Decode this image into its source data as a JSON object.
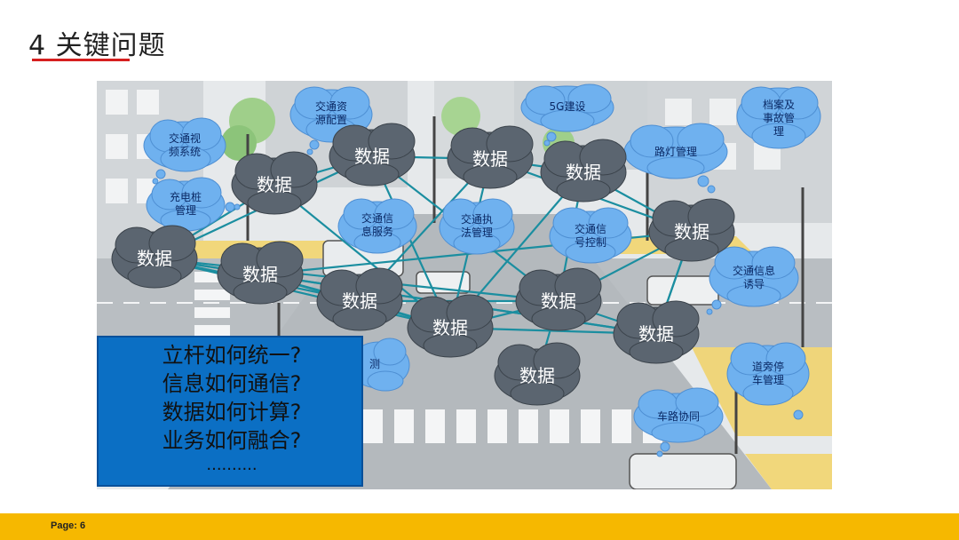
{
  "slide": {
    "title": "4 关键问题",
    "page_label": "Page: 6"
  },
  "colors": {
    "title_underline": "#d61f1f",
    "blue_cloud": "#6fb1ef",
    "data_cloud": "#5b6570",
    "link_line": "#1b8ea0",
    "question_box": "#0b6fc4",
    "footer_bar": "#f6b800"
  },
  "blue_clouds": [
    {
      "id": "video",
      "label": "交通视\n频系统"
    },
    {
      "id": "resource",
      "label": "交通资\n源配置"
    },
    {
      "id": "5g",
      "label": "5G建设"
    },
    {
      "id": "archive",
      "label": "档案及\n事故管\n理"
    },
    {
      "id": "streetlight",
      "label": "路灯管理"
    },
    {
      "id": "charging",
      "label": "充电桩\n管理"
    },
    {
      "id": "info-service",
      "label": "交通信\n息服务"
    },
    {
      "id": "enforcement",
      "label": "交通执\n法管理"
    },
    {
      "id": "signal",
      "label": "交通信\n号控制"
    },
    {
      "id": "guidance",
      "label": "交通信息\n诱导"
    },
    {
      "id": "detection",
      "label": "测"
    },
    {
      "id": "roadside",
      "label": "道旁停\n车管理"
    },
    {
      "id": "v2x",
      "label": "车路协同"
    }
  ],
  "data_clouds": [
    {
      "id": "d1",
      "label": "数据"
    },
    {
      "id": "d2",
      "label": "数据"
    },
    {
      "id": "d3",
      "label": "数据"
    },
    {
      "id": "d4",
      "label": "数据"
    },
    {
      "id": "d5",
      "label": "数据"
    },
    {
      "id": "d6",
      "label": "数据"
    },
    {
      "id": "d7",
      "label": "数据"
    },
    {
      "id": "d8",
      "label": "数据"
    },
    {
      "id": "d9",
      "label": "数据"
    },
    {
      "id": "d10",
      "label": "数据"
    },
    {
      "id": "d11",
      "label": "数据"
    },
    {
      "id": "d12",
      "label": "数据"
    }
  ],
  "questions": {
    "q1": "立杆如何统一?",
    "q2": "信息如何通信?",
    "q3": "数据如何计算?",
    "q4": "业务如何融合?",
    "ellipsis": ".........."
  }
}
